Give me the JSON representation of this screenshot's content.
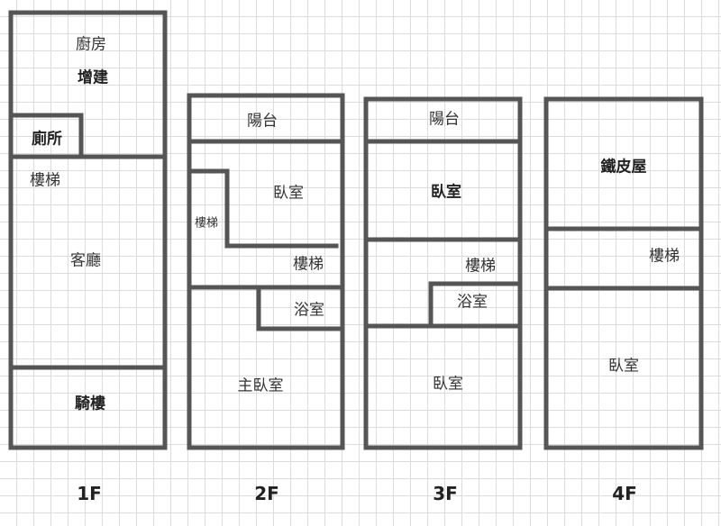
{
  "wall_color": "#555555",
  "floors": [
    {
      "name": "1F",
      "rooms": [
        "廚房",
        "增建",
        "廁所",
        "樓梯",
        "客廳",
        "騎樓"
      ]
    },
    {
      "name": "2F",
      "rooms": [
        "陽台",
        "臥室",
        "樓梯",
        "樓梯",
        "浴室",
        "主臥室"
      ]
    },
    {
      "name": "3F",
      "rooms": [
        "陽台",
        "臥室",
        "樓梯",
        "浴室",
        "臥室"
      ]
    },
    {
      "name": "4F",
      "rooms": [
        "鐵皮屋",
        "樓梯",
        "臥室"
      ]
    }
  ]
}
